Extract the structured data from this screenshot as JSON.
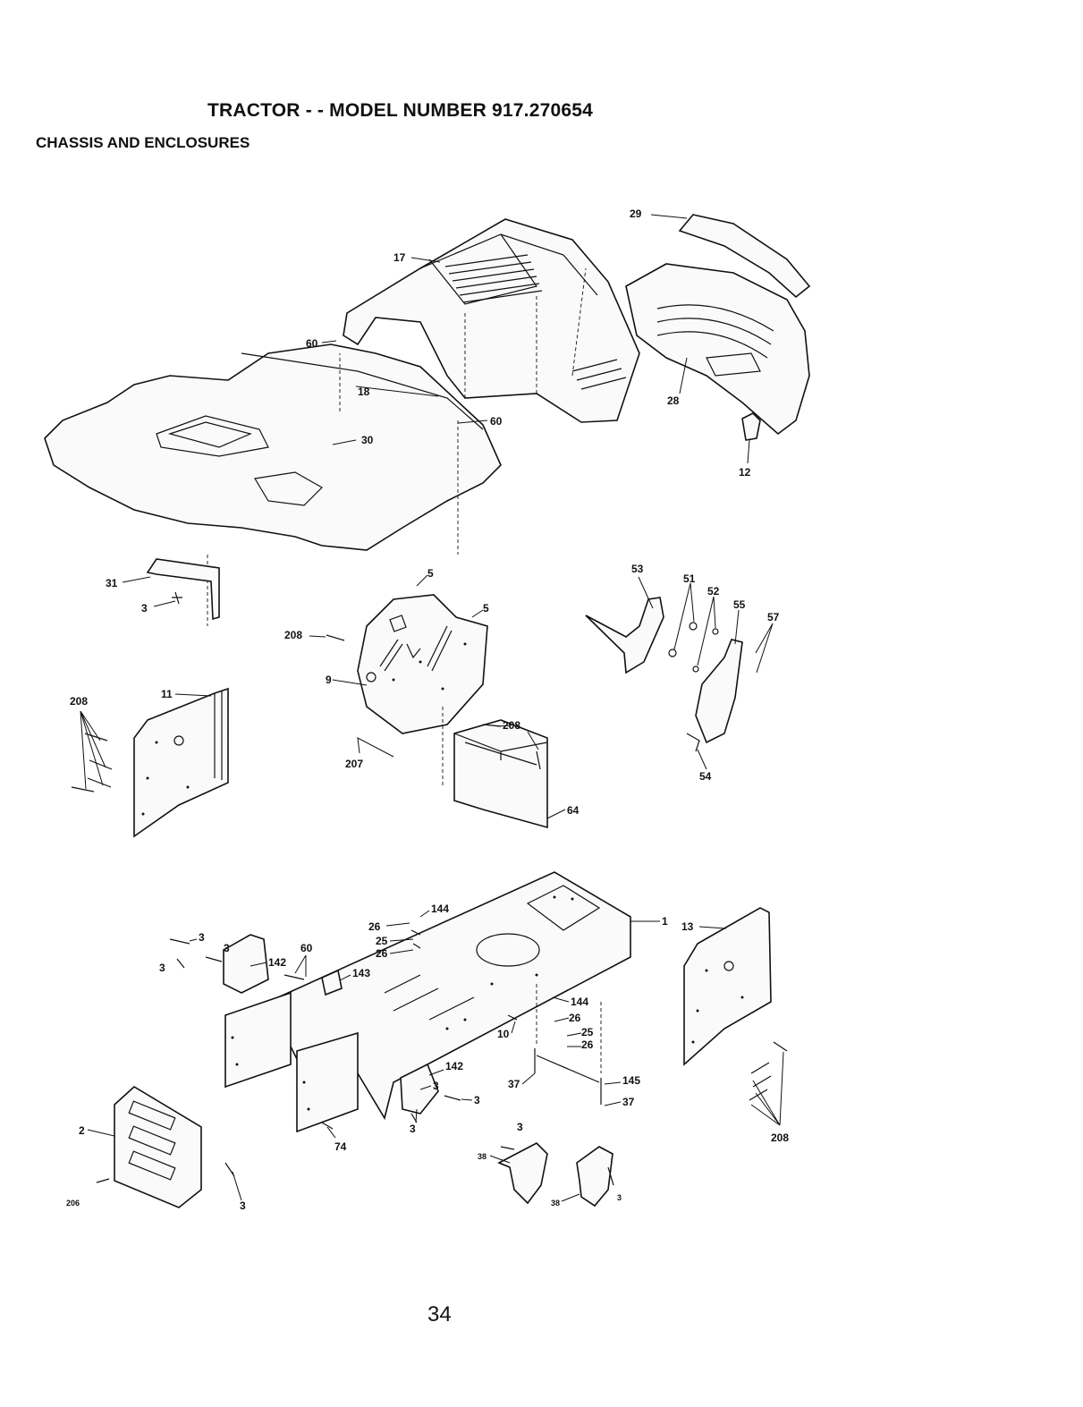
{
  "header": {
    "title": "TRACTOR - - MODEL NUMBER 917.270654",
    "subtitle": "CHASSIS AND ENCLOSURES"
  },
  "footer": {
    "page_number": "34"
  },
  "callouts": [
    {
      "id": "c17",
      "label": "17"
    },
    {
      "id": "c29",
      "label": "29"
    },
    {
      "id": "c60a",
      "label": "60"
    },
    {
      "id": "c18",
      "label": "18"
    },
    {
      "id": "c60b",
      "label": "60"
    },
    {
      "id": "c30",
      "label": "30"
    },
    {
      "id": "c28",
      "label": "28"
    },
    {
      "id": "c12",
      "label": "12"
    },
    {
      "id": "c31",
      "label": "31"
    },
    {
      "id": "c3a",
      "label": "3"
    },
    {
      "id": "c5a",
      "label": "5"
    },
    {
      "id": "c5b",
      "label": "5"
    },
    {
      "id": "c53",
      "label": "53"
    },
    {
      "id": "c51",
      "label": "51"
    },
    {
      "id": "c52",
      "label": "52"
    },
    {
      "id": "c55",
      "label": "55"
    },
    {
      "id": "c57",
      "label": "57"
    },
    {
      "id": "c208a",
      "label": "208"
    },
    {
      "id": "c9",
      "label": "9"
    },
    {
      "id": "c208b",
      "label": "208"
    },
    {
      "id": "c11",
      "label": "11"
    },
    {
      "id": "c208c",
      "label": "208"
    },
    {
      "id": "c207",
      "label": "207"
    },
    {
      "id": "c64",
      "label": "64"
    },
    {
      "id": "c54",
      "label": "54"
    },
    {
      "id": "c144a",
      "label": "144"
    },
    {
      "id": "c26a",
      "label": "26"
    },
    {
      "id": "c25a",
      "label": "25"
    },
    {
      "id": "c26b",
      "label": "26"
    },
    {
      "id": "c1",
      "label": "1"
    },
    {
      "id": "c13",
      "label": "13"
    },
    {
      "id": "c3b",
      "label": "3"
    },
    {
      "id": "c3c",
      "label": "3"
    },
    {
      "id": "c3d",
      "label": "3"
    },
    {
      "id": "c60c",
      "label": "60"
    },
    {
      "id": "c142a",
      "label": "142"
    },
    {
      "id": "c143",
      "label": "143"
    },
    {
      "id": "c144b",
      "label": "144"
    },
    {
      "id": "c26c",
      "label": "26"
    },
    {
      "id": "c10",
      "label": "10"
    },
    {
      "id": "c25b",
      "label": "25"
    },
    {
      "id": "c26d",
      "label": "26"
    },
    {
      "id": "c142b",
      "label": "142"
    },
    {
      "id": "c3e",
      "label": "3"
    },
    {
      "id": "c37a",
      "label": "37"
    },
    {
      "id": "c145",
      "label": "145"
    },
    {
      "id": "c37b",
      "label": "37"
    },
    {
      "id": "c3f",
      "label": "3"
    },
    {
      "id": "c3g",
      "label": "3"
    },
    {
      "id": "c208d",
      "label": "208"
    },
    {
      "id": "c2",
      "label": "2"
    },
    {
      "id": "c74",
      "label": "74"
    },
    {
      "id": "c3h",
      "label": "3"
    },
    {
      "id": "c38a",
      "label": "38"
    },
    {
      "id": "c38b",
      "label": "38"
    },
    {
      "id": "c3i",
      "label": "3"
    },
    {
      "id": "c206",
      "label": "206"
    },
    {
      "id": "c3j",
      "label": "3"
    }
  ]
}
